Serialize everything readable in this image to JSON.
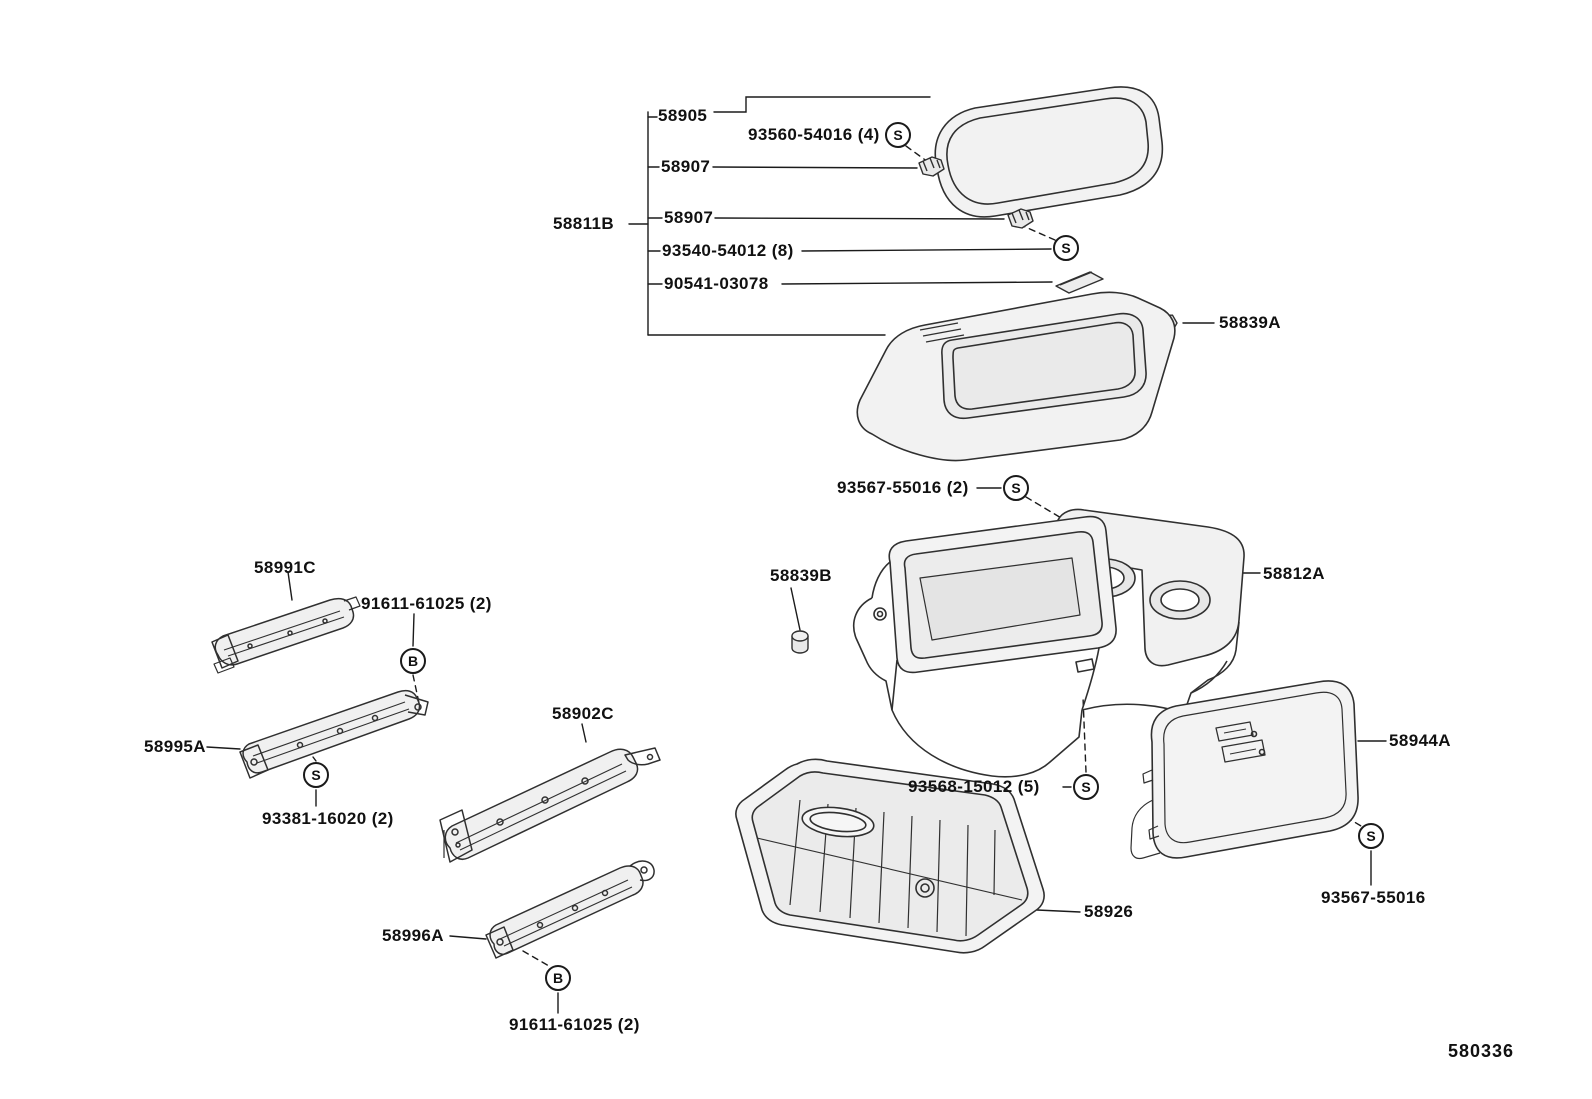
{
  "diagram": {
    "code": "580336",
    "description": "console box exploded parts diagram"
  },
  "symbols": {
    "screw": "S",
    "bolt": "B"
  },
  "labels": {
    "l58905": "58905",
    "l93560": "93560-54016 (4)",
    "l58907a": "58907",
    "l58907b": "58907",
    "l58811b": "58811B",
    "l93540": "93540-54012 (8)",
    "l90541": "90541-03078",
    "l58839a": "58839A",
    "l93567_2": "93567-55016 (2)",
    "l58991c": "58991C",
    "l91611a": "91611-61025 (2)",
    "l58839b": "58839B",
    "l58812a": "58812A",
    "l58995a": "58995A",
    "l58902c": "58902C",
    "l58944a": "58944A",
    "l93381": "93381-16020 (2)",
    "l93568": "93568-15012 (5)",
    "l58926": "58926",
    "l93567": "93567-55016",
    "l58996a": "58996A",
    "l91611b": "91611-61025 (2)"
  }
}
